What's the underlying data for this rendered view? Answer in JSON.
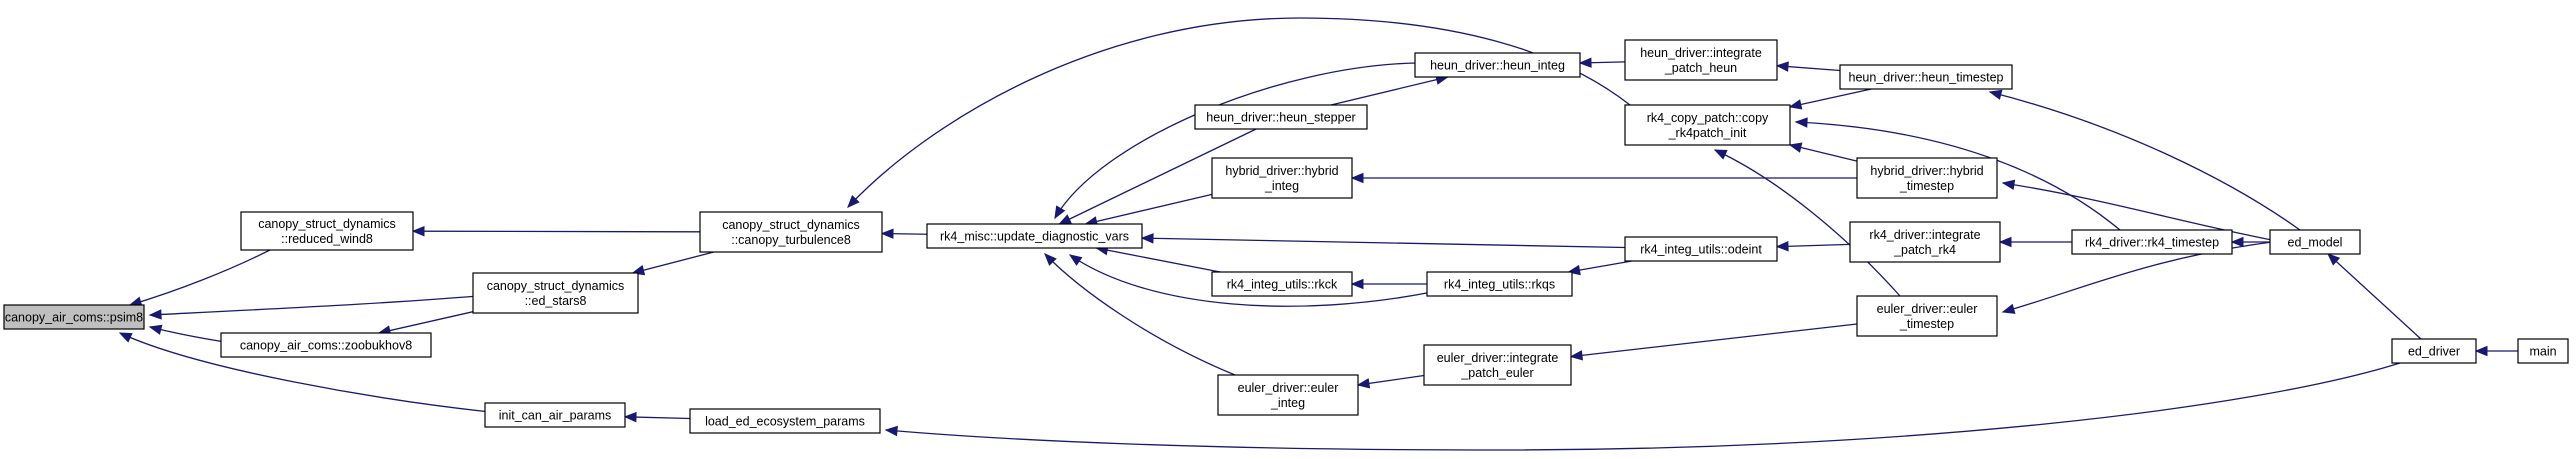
{
  "colors": {
    "edge": "#191970",
    "root_fill": "#bfbfbf",
    "node_fill": "#ffffff"
  },
  "nodes": [
    {
      "id": "psim8",
      "lines": [
        "canopy_air_coms::psim8"
      ],
      "root": true
    },
    {
      "id": "reduced_wind8",
      "lines": [
        "canopy_struct_dynamics",
        "::reduced_wind8"
      ]
    },
    {
      "id": "ed_stars8",
      "lines": [
        "canopy_struct_dynamics",
        "::ed_stars8"
      ]
    },
    {
      "id": "zoobukhov8",
      "lines": [
        "canopy_air_coms::zoobukhov8"
      ]
    },
    {
      "id": "init_can_air_params",
      "lines": [
        "init_can_air_params"
      ]
    },
    {
      "id": "canopy_turbulence8",
      "lines": [
        "canopy_struct_dynamics",
        "::canopy_turbulence8"
      ]
    },
    {
      "id": "load_ed_ecosystem_params",
      "lines": [
        "load_ed_ecosystem_params"
      ]
    },
    {
      "id": "update_diagnostic_vars",
      "lines": [
        "rk4_misc::update_diagnostic_vars"
      ]
    },
    {
      "id": "heun_stepper",
      "lines": [
        "heun_driver::heun_stepper"
      ]
    },
    {
      "id": "hybrid_integ",
      "lines": [
        "hybrid_driver::hybrid",
        "_integ"
      ]
    },
    {
      "id": "rkck",
      "lines": [
        "rk4_integ_utils::rkck"
      ]
    },
    {
      "id": "euler_integ",
      "lines": [
        "euler_driver::euler",
        "_integ"
      ]
    },
    {
      "id": "heun_integ",
      "lines": [
        "heun_driver::heun_integ"
      ]
    },
    {
      "id": "rkqs",
      "lines": [
        "rk4_integ_utils::rkqs"
      ]
    },
    {
      "id": "integrate_patch_euler",
      "lines": [
        "euler_driver::integrate",
        "_patch_euler"
      ]
    },
    {
      "id": "copy_rk4patch_init",
      "lines": [
        "rk4_copy_patch::copy",
        "_rk4patch_init"
      ]
    },
    {
      "id": "odeint",
      "lines": [
        "rk4_integ_utils::odeint"
      ]
    },
    {
      "id": "integrate_patch_heun",
      "lines": [
        "heun_driver::integrate",
        "_patch_heun"
      ]
    },
    {
      "id": "hybrid_timestep",
      "lines": [
        "hybrid_driver::hybrid",
        "_timestep"
      ]
    },
    {
      "id": "integrate_patch_rk4",
      "lines": [
        "rk4_driver::integrate",
        "_patch_rk4"
      ]
    },
    {
      "id": "euler_timestep",
      "lines": [
        "euler_driver::euler",
        "_timestep"
      ]
    },
    {
      "id": "heun_timestep",
      "lines": [
        "heun_driver::heun_timestep"
      ]
    },
    {
      "id": "rk4_timestep",
      "lines": [
        "rk4_driver::rk4_timestep"
      ]
    },
    {
      "id": "ed_model",
      "lines": [
        "ed_model"
      ]
    },
    {
      "id": "ed_driver",
      "lines": [
        "ed_driver"
      ]
    },
    {
      "id": "main",
      "lines": [
        "main"
      ]
    }
  ],
  "edges": [
    [
      "reduced_wind8",
      "psim8"
    ],
    [
      "ed_stars8",
      "psim8"
    ],
    [
      "zoobukhov8",
      "psim8"
    ],
    [
      "init_can_air_params",
      "psim8"
    ],
    [
      "ed_stars8",
      "zoobukhov8"
    ],
    [
      "canopy_turbulence8",
      "reduced_wind8"
    ],
    [
      "canopy_turbulence8",
      "ed_stars8"
    ],
    [
      "load_ed_ecosystem_params",
      "init_can_air_params"
    ],
    [
      "update_diagnostic_vars",
      "canopy_turbulence8"
    ],
    [
      "copy_rk4patch_init",
      "canopy_turbulence8"
    ],
    [
      "ed_driver",
      "load_ed_ecosystem_params"
    ],
    [
      "heun_integ",
      "update_diagnostic_vars"
    ],
    [
      "heun_stepper",
      "update_diagnostic_vars"
    ],
    [
      "hybrid_integ",
      "update_diagnostic_vars"
    ],
    [
      "odeint",
      "update_diagnostic_vars"
    ],
    [
      "rkck",
      "update_diagnostic_vars"
    ],
    [
      "rkqs",
      "update_diagnostic_vars"
    ],
    [
      "euler_integ",
      "update_diagnostic_vars"
    ],
    [
      "heun_stepper",
      "heun_integ"
    ],
    [
      "integrate_patch_heun",
      "heun_integ"
    ],
    [
      "hybrid_timestep",
      "hybrid_integ"
    ],
    [
      "rkqs",
      "rkck"
    ],
    [
      "odeint",
      "rkqs"
    ],
    [
      "integrate_patch_euler",
      "euler_integ"
    ],
    [
      "euler_timestep",
      "integrate_patch_euler"
    ],
    [
      "heun_timestep",
      "integrate_patch_heun"
    ],
    [
      "heun_timestep",
      "copy_rk4patch_init"
    ],
    [
      "hybrid_timestep",
      "copy_rk4patch_init"
    ],
    [
      "rk4_timestep",
      "copy_rk4patch_init"
    ],
    [
      "euler_timestep",
      "copy_rk4patch_init"
    ],
    [
      "integrate_patch_rk4",
      "odeint"
    ],
    [
      "rk4_timestep",
      "integrate_patch_rk4"
    ],
    [
      "ed_model",
      "heun_timestep"
    ],
    [
      "ed_model",
      "hybrid_timestep"
    ],
    [
      "ed_model",
      "rk4_timestep"
    ],
    [
      "ed_model",
      "euler_timestep"
    ],
    [
      "ed_driver",
      "ed_model"
    ],
    [
      "main",
      "ed_driver"
    ]
  ]
}
